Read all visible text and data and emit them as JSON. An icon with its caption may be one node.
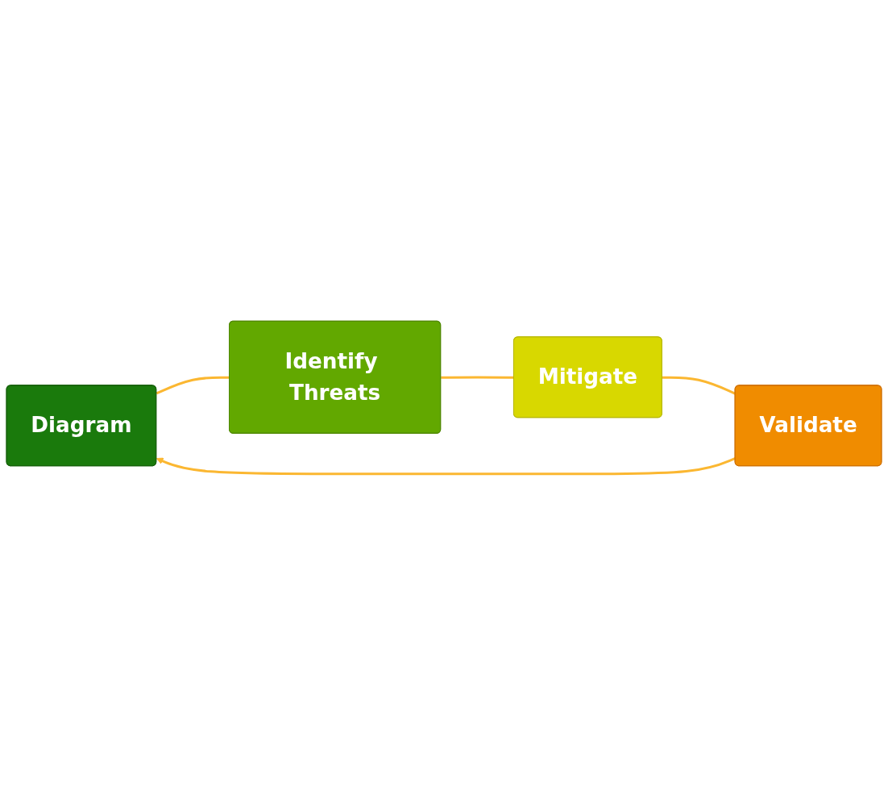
{
  "diagram": {
    "nodes": [
      {
        "text": [
          "Diagram"
        ]
      },
      {
        "text": [
          "Identify Threats"
        ]
      },
      {
        "text": [
          "Mitigate"
        ]
      },
      {
        "text": [
          "Validate"
        ]
      }
    ],
    "edges": [
      {
        "from": 0,
        "to": 1,
        "arrow": "none"
      },
      {
        "from": 1,
        "to": 2,
        "arrow": "none"
      },
      {
        "from": 2,
        "to": 3,
        "arrow": "none"
      },
      {
        "from": 3,
        "to": 0,
        "arrow": "to"
      }
    ]
  }
}
